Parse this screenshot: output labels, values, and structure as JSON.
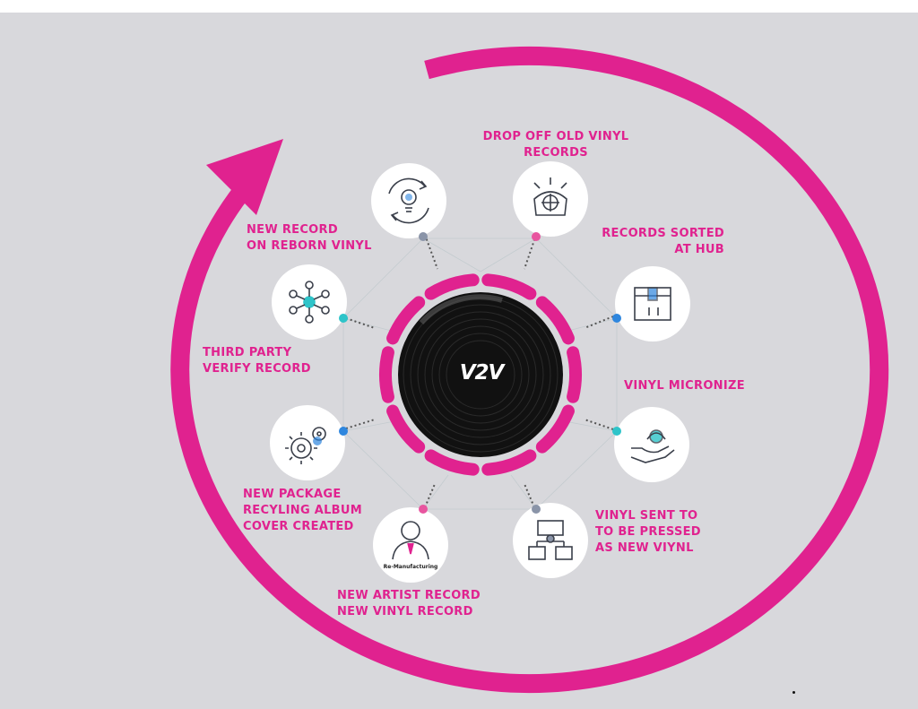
{
  "center": {
    "logo_text": "V2V"
  },
  "steps": [
    {
      "id": "drop-off",
      "lines": [
        "DROP OFF OLD VINYL",
        "RECORDS"
      ],
      "icon": "vinyl-collection-icon",
      "dot_color": "#e8559f"
    },
    {
      "id": "sorted",
      "lines": [
        "RECORDS SORTED",
        "AT HUB"
      ],
      "icon": "package-box-icon",
      "dot_color": "#2e86de"
    },
    {
      "id": "micronize",
      "lines": [
        "VINYL MICRONIZE"
      ],
      "icon": "hand-recycle-icon",
      "dot_color": "#2ec4c9"
    },
    {
      "id": "pressed",
      "lines": [
        "VINYL SENT TO",
        "TO BE PRESSED",
        "AS NEW VIYNL"
      ],
      "icon": "network-hierarchy-icon",
      "dot_color": "#8a94a8"
    },
    {
      "id": "artist",
      "lines": [
        "NEW ARTIST RECORD",
        "NEW VINYL RECORD"
      ],
      "icon": "person-manufacturing-icon",
      "dot_color": "#e8559f",
      "badge": "Re-Manufacturing"
    },
    {
      "id": "package",
      "lines": [
        "NEW PACKAGE",
        "RECYLING ALBUM",
        "COVER CREATED"
      ],
      "icon": "gears-icon",
      "dot_color": "#2e86de"
    },
    {
      "id": "verify",
      "lines": [
        "THIRD PARTY",
        "VERIFY RECORD"
      ],
      "icon": "network-nodes-icon",
      "dot_color": "#2ec4c9"
    },
    {
      "id": "reborn",
      "lines": [
        "NEW RECORD",
        "ON REBORN VINYL"
      ],
      "icon": "lightbulb-cycle-icon",
      "dot_color": "#8a94a8"
    }
  ],
  "colors": {
    "accent": "#e0228f",
    "background": "#d8d8dc",
    "record": "#111111"
  }
}
